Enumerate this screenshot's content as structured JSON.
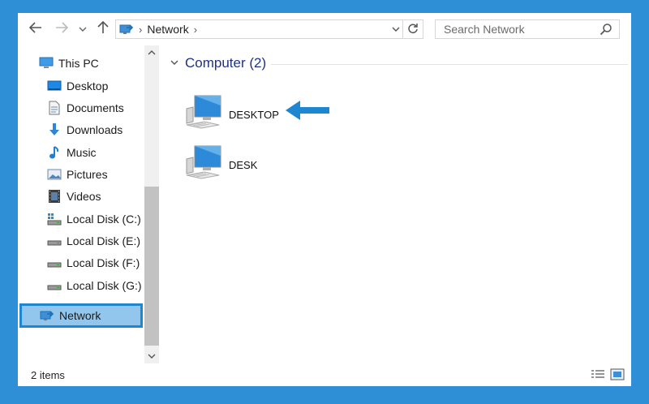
{
  "toolbar": {
    "back_icon": "back-arrow-icon",
    "forward_icon": "forward-arrow-icon",
    "recent_icon": "chevron-down-icon",
    "up_icon": "up-arrow-icon"
  },
  "address_bar": {
    "breadcrumbs": [
      "Network"
    ],
    "refresh_icon": "refresh-icon"
  },
  "search": {
    "placeholder": "Search Network"
  },
  "sidebar": {
    "items": [
      {
        "label": "This PC",
        "icon": "this-pc-icon"
      },
      {
        "label": "Desktop",
        "icon": "desktop-folder-icon"
      },
      {
        "label": "Documents",
        "icon": "documents-icon"
      },
      {
        "label": "Downloads",
        "icon": "downloads-icon"
      },
      {
        "label": "Music",
        "icon": "music-icon"
      },
      {
        "label": "Pictures",
        "icon": "pictures-icon"
      },
      {
        "label": "Videos",
        "icon": "videos-icon"
      },
      {
        "label": "Local Disk (C:)",
        "icon": "system-drive-icon"
      },
      {
        "label": "Local Disk (E:)",
        "icon": "drive-icon"
      },
      {
        "label": "Local Disk (F:)",
        "icon": "drive-icon"
      },
      {
        "label": "Local Disk (G:)",
        "icon": "drive-icon"
      },
      {
        "label": "Network",
        "icon": "network-icon",
        "selected": true
      }
    ]
  },
  "content": {
    "group_title": "Computer (2)",
    "items": [
      {
        "label": "DESKTOP",
        "icon": "computer-icon",
        "highlighted": true
      },
      {
        "label": "DESK",
        "icon": "computer-icon"
      }
    ]
  },
  "status": {
    "item_count": "2 items"
  },
  "colors": {
    "background": "#2f8fd6",
    "selection": "#93c6ec",
    "selection_border": "#1f86d1",
    "group_title": "#1e3287",
    "arrow": "#1f86d1"
  }
}
